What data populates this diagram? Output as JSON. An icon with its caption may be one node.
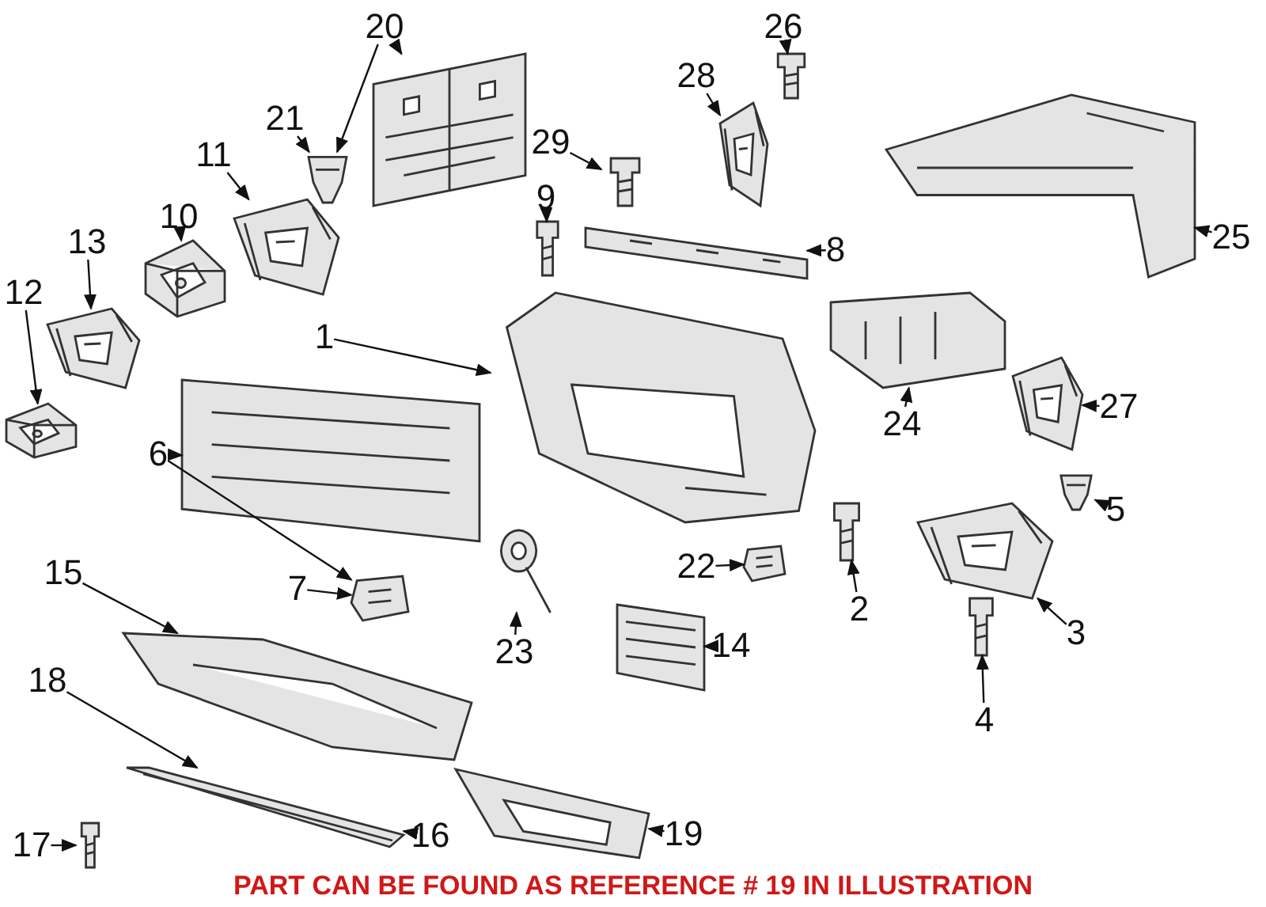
{
  "diagram": {
    "nodes": [
      {
        "text": [
          "1"
        ]
      },
      {
        "text": [
          "2"
        ]
      },
      {
        "text": [
          "3"
        ]
      },
      {
        "text": [
          "4"
        ]
      },
      {
        "text": [
          "5"
        ]
      },
      {
        "text": [
          "6"
        ]
      },
      {
        "text": [
          "7"
        ]
      },
      {
        "text": [
          "8"
        ]
      },
      {
        "text": [
          "9"
        ]
      },
      {
        "text": [
          "10"
        ]
      },
      {
        "text": [
          "11"
        ]
      },
      {
        "text": [
          "12"
        ]
      },
      {
        "text": [
          "13"
        ]
      },
      {
        "text": [
          "14"
        ]
      },
      {
        "text": [
          "15"
        ]
      },
      {
        "text": [
          "16"
        ]
      },
      {
        "text": [
          "17"
        ]
      },
      {
        "text": [
          "18"
        ]
      },
      {
        "text": [
          "19"
        ]
      },
      {
        "text": [
          "20"
        ]
      },
      {
        "text": [
          "21"
        ]
      },
      {
        "text": [
          "22"
        ]
      },
      {
        "text": [
          "23"
        ]
      },
      {
        "text": [
          "24"
        ]
      },
      {
        "text": [
          "25"
        ]
      },
      {
        "text": [
          "26"
        ]
      },
      {
        "text": [
          "27"
        ]
      },
      {
        "text": [
          "28"
        ]
      },
      {
        "text": [
          "29"
        ]
      },
      {
        "text": [],
        "shape": "picture"
      },
      {
        "text": [],
        "shape": "picture"
      },
      {
        "text": [],
        "shape": "picture"
      },
      {
        "text": [],
        "shape": "picture"
      },
      {
        "text": [],
        "shape": "picture"
      },
      {
        "text": [],
        "shape": "picture"
      },
      {
        "text": [],
        "shape": "picture"
      },
      {
        "text": [],
        "shape": "picture"
      },
      {
        "text": [],
        "shape": "picture"
      },
      {
        "text": [],
        "shape": "picture"
      },
      {
        "text": [],
        "shape": "picture"
      },
      {
        "text": [],
        "shape": "picture"
      },
      {
        "text": [],
        "shape": "picture"
      },
      {
        "text": [],
        "shape": "picture"
      },
      {
        "text": [],
        "shape": "picture"
      },
      {
        "text": [],
        "shape": "picture"
      },
      {
        "text": [],
        "shape": "picture"
      },
      {
        "text": [],
        "shape": "picture"
      },
      {
        "text": [],
        "shape": "picture"
      },
      {
        "text": [],
        "shape": "picture"
      },
      {
        "text": [],
        "shape": "picture"
      },
      {
        "text": [],
        "shape": "picture"
      },
      {
        "text": [],
        "shape": "picture"
      },
      {
        "text": [],
        "shape": "picture"
      },
      {
        "text": [],
        "shape": "picture"
      },
      {
        "text": [],
        "shape": "picture"
      },
      {
        "text": [],
        "shape": "picture"
      },
      {
        "text": [],
        "shape": "picture"
      }
    ],
    "edges": [
      {
        "from": 0,
        "to": 29,
        "arrow": "to"
      },
      {
        "from": 1,
        "to": 30,
        "arrow": "to"
      },
      {
        "from": 2,
        "to": 31,
        "arrow": "to"
      },
      {
        "from": 3,
        "to": 32,
        "arrow": "to"
      },
      {
        "from": 4,
        "to": 33,
        "arrow": "to"
      },
      {
        "from": 5,
        "to": 34,
        "arrow": "to"
      },
      {
        "from": 5,
        "to": 35,
        "arrow": "to"
      },
      {
        "from": 6,
        "to": 35,
        "arrow": "to"
      },
      {
        "from": 7,
        "to": 36,
        "arrow": "to"
      },
      {
        "from": 8,
        "to": 37,
        "arrow": "to"
      },
      {
        "from": 9,
        "to": 38,
        "arrow": "to"
      },
      {
        "from": 10,
        "to": 39,
        "arrow": "to"
      },
      {
        "from": 11,
        "to": 40,
        "arrow": "to"
      },
      {
        "from": 12,
        "to": 41,
        "arrow": "to"
      },
      {
        "from": 13,
        "to": 42,
        "arrow": "to"
      },
      {
        "from": 14,
        "to": 43,
        "arrow": "to"
      },
      {
        "from": 15,
        "to": 45,
        "arrow": "to"
      },
      {
        "from": 16,
        "to": 44,
        "arrow": "to"
      },
      {
        "from": 17,
        "to": 45,
        "arrow": "to"
      },
      {
        "from": 18,
        "to": 46,
        "arrow": "to"
      },
      {
        "from": 19,
        "to": 48,
        "arrow": "to"
      },
      {
        "from": 19,
        "to": 47,
        "arrow": "to"
      },
      {
        "from": 20,
        "to": 48,
        "arrow": "to"
      },
      {
        "from": 21,
        "to": 49,
        "arrow": "to"
      },
      {
        "from": 22,
        "to": 50,
        "arrow": "to"
      },
      {
        "from": 23,
        "to": 51,
        "arrow": "to"
      },
      {
        "from": 24,
        "to": 52,
        "arrow": "to"
      },
      {
        "from": 25,
        "to": 53,
        "arrow": "to"
      },
      {
        "from": 26,
        "to": 54,
        "arrow": "to"
      },
      {
        "from": 27,
        "to": 55,
        "arrow": "to"
      },
      {
        "from": 28,
        "to": 56,
        "arrow": "to"
      }
    ],
    "labels": [
      "PART CAN BE FOUND AS REFERENCE # 19 IN ILLUSTRATION"
    ]
  }
}
